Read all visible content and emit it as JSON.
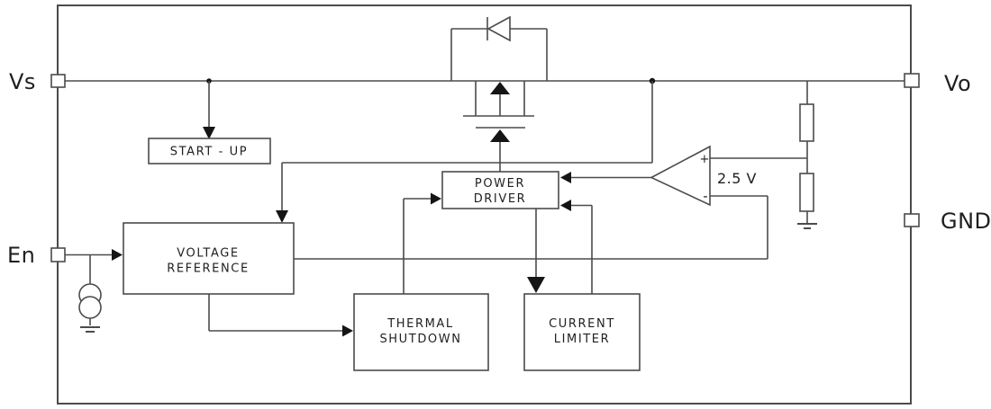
{
  "pins": {
    "vs": "Vs",
    "vo": "Vo",
    "gnd": "GND",
    "en": "En"
  },
  "blocks": {
    "startup": {
      "label": "START - UP"
    },
    "voltage_reference": {
      "line1": "VOLTAGE",
      "line2": "REFERENCE"
    },
    "thermal_shutdown": {
      "line1": "THERMAL",
      "line2": "SHUTDOWN"
    },
    "power_driver": {
      "line1": "POWER",
      "line2": "DRIVER"
    },
    "current_limiter": {
      "line1": "CURRENT",
      "line2": "LIMITER"
    }
  },
  "comparator": {
    "plus": "+",
    "minus": "-",
    "reference_label": "2.5 V"
  },
  "colors": {
    "wire": "#4b4b4b",
    "arrow": "#151515",
    "text": "#1f1f1f",
    "background": "#ffffff"
  }
}
